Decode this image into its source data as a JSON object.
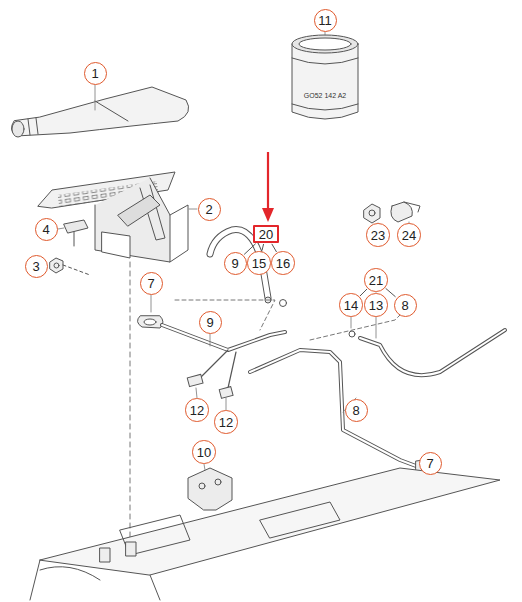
{
  "diagram": {
    "nodes": [
      {
        "text": [
          "11"
        ]
      },
      {
        "text": [
          "1"
        ]
      },
      {
        "text": [
          "2"
        ]
      },
      {
        "text": [
          "4"
        ]
      },
      {
        "text": [
          "20"
        ]
      },
      {
        "text": [
          "23"
        ]
      },
      {
        "text": [
          "24"
        ]
      },
      {
        "text": [
          "9"
        ]
      },
      {
        "text": [
          "15"
        ]
      },
      {
        "text": [
          "16"
        ]
      },
      {
        "text": [
          "3"
        ]
      },
      {
        "text": [
          "21"
        ]
      },
      {
        "text": [
          "7"
        ]
      },
      {
        "text": [
          "14"
        ]
      },
      {
        "text": [
          "13"
        ]
      },
      {
        "text": [
          "8"
        ]
      },
      {
        "text": [
          "9"
        ]
      },
      {
        "text": [
          "12"
        ]
      },
      {
        "text": [
          "8"
        ]
      },
      {
        "text": [
          "12"
        ]
      },
      {
        "text": [
          "7"
        ]
      },
      {
        "text": [
          "10"
        ]
      }
    ],
    "edges": [
      {
        "from": 4,
        "to": 7,
        "arrow": "none"
      },
      {
        "from": 4,
        "to": 8,
        "arrow": "none"
      },
      {
        "from": 4,
        "to": 9,
        "arrow": "none"
      },
      {
        "from": 11,
        "to": 13,
        "arrow": "none"
      },
      {
        "from": 11,
        "to": 14,
        "arrow": "none"
      },
      {
        "from": 11,
        "to": 15,
        "arrow": "none"
      }
    ],
    "labels": [
      "GO52 142 A2"
    ]
  }
}
